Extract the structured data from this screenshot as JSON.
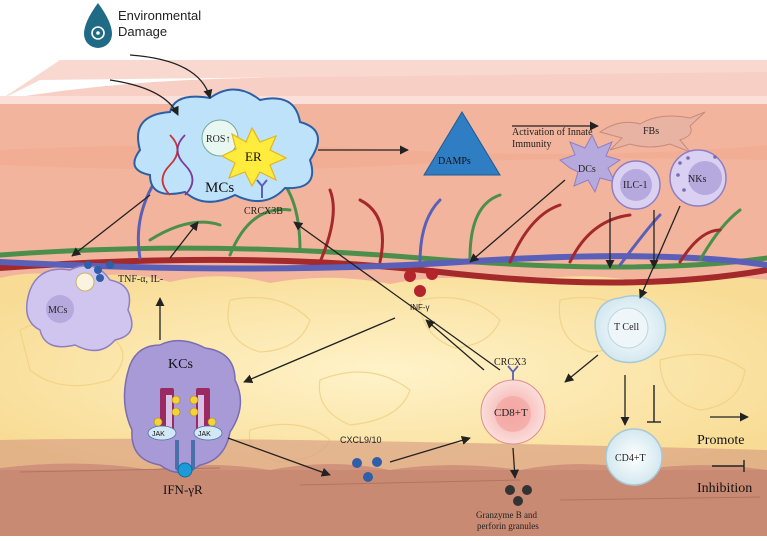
{
  "header": {
    "icon": "biohazard-drop-icon",
    "line1": "Environmental",
    "line2": "Damage"
  },
  "labels": {
    "mc_cloud": "MCs",
    "ros": "ROS↑",
    "er": "ER",
    "crcx3b": "CRCX3B",
    "damps": "DAMPs",
    "innate_1": "Activation of Innate",
    "innate_2": "Immunity",
    "fbs": "FBs",
    "dcs": "DCs",
    "ilc1": "ILC-1",
    "nks": "NKs",
    "tnf": "TNF-α, IL-",
    "mcs_lower": "MCs",
    "infg": "INF-γ",
    "tcell": "T Cell",
    "kcs": "KCs",
    "jak": "JAK",
    "ifngr": "IFN-γR",
    "crcx3": "CRCX3",
    "cd8": "CD8+T",
    "cd4": "CD4+T",
    "cxcl": "CXCL9/10",
    "granzyme_1": "Granzyme B and",
    "granzyme_2": "perforin granules"
  },
  "legend": {
    "promote": "Promote",
    "inhibition": "Inhibition"
  },
  "colors": {
    "skin_top": "#f6c8bd",
    "dermis": "#f3b49d",
    "fat": "#fde8b0",
    "deep": "#c98a73",
    "vessel_red": "#a3292b",
    "vessel_blue": "#5a5fb8",
    "vessel_green": "#4b8f4b",
    "cloud": "#bfe2fb",
    "cell_purple": "#b6a9dd",
    "damps": "#2f7ec4"
  }
}
